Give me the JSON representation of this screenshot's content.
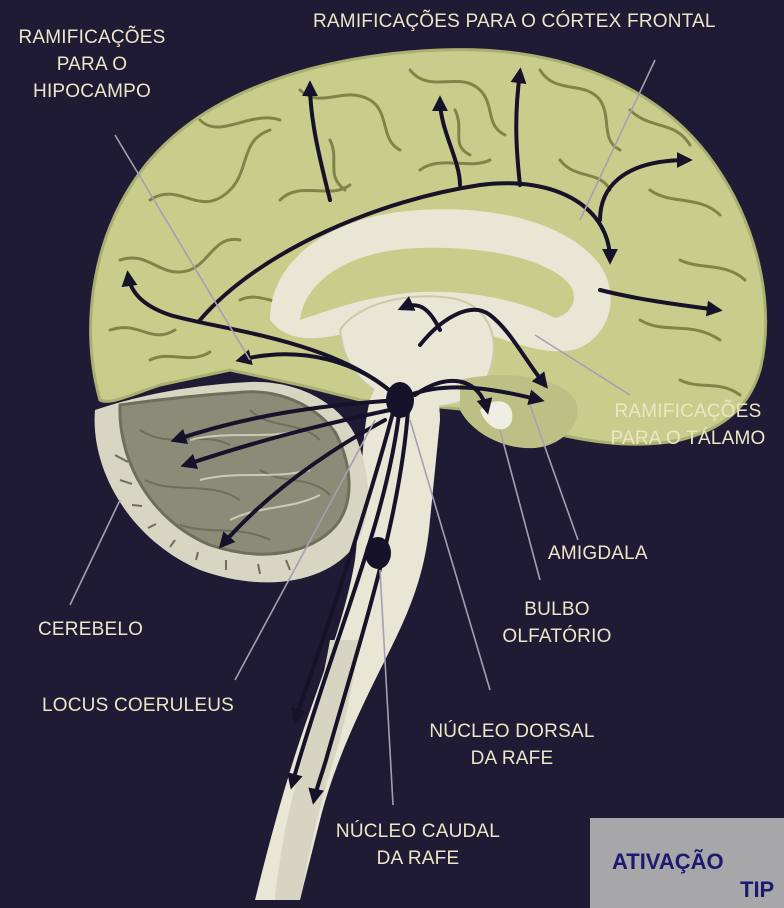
{
  "labels": {
    "hipocampo": [
      "RAMIFICAÇÕES",
      "PARA O",
      "HIPOCAMPO"
    ],
    "cortex_frontal": "RAMIFICAÇÕES PARA O CÓRTEX FRONTAL",
    "talamo": [
      "RAMIFICAÇÕES",
      "PARA O TÁLAMO"
    ],
    "amigdala": "AMIGDALA",
    "bulbo_olfatorio": [
      "BULBO",
      "OLFATÓRIO"
    ],
    "cerebelo": "CEREBELO",
    "locus_coeruleus": "LOCUS COERULEUS",
    "nucleo_dorsal": [
      "NÚCLEO DORSAL",
      "DA RAFE"
    ],
    "nucleo_caudal": [
      "NÚCLEO CAUDAL",
      "DA RAFE"
    ]
  },
  "badge": {
    "line1": "ATIVAÇÃO",
    "line2": "TIP"
  },
  "colors": {
    "background": "#201b35",
    "cortex": "#c9cd8c",
    "cortex_fold": "#7f8449",
    "inner_brain": "#e8e7d5",
    "cerebellum": "#8a8c78",
    "pathway": "#16122a",
    "label_text": "#ece6c6",
    "badge_bg": "#a7a6a8",
    "badge_text": "#1e1970"
  }
}
